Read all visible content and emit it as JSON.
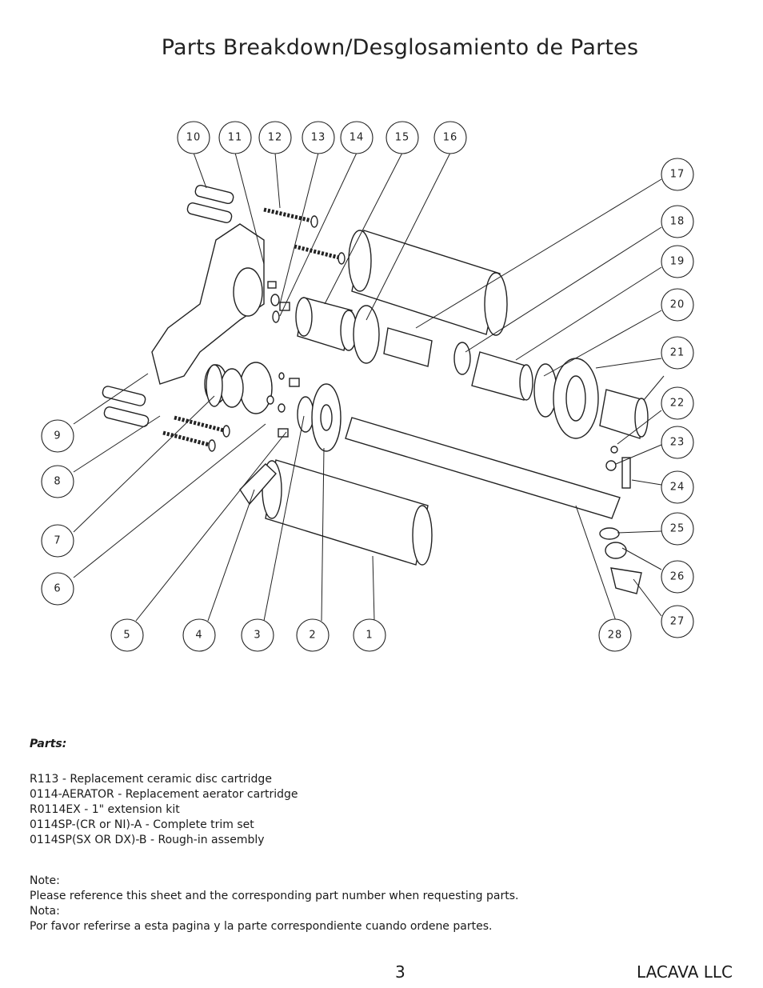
{
  "header": {
    "title": "Parts Breakdown/Desglosamiento de Partes"
  },
  "diagram": {
    "callouts_top": [
      "10",
      "11",
      "12",
      "13",
      "14",
      "15",
      "16"
    ],
    "callouts_right": [
      "17",
      "18",
      "19",
      "20",
      "21",
      "22",
      "23",
      "24",
      "25",
      "26",
      "27"
    ],
    "callouts_left": [
      "9",
      "8",
      "7",
      "6"
    ],
    "callouts_bottom": [
      "5",
      "4",
      "3",
      "2",
      "1",
      "28"
    ]
  },
  "parts": {
    "heading": "Parts:",
    "items": [
      "R113 - Replacement ceramic disc cartridge",
      "0114-AERATOR - Replacement aerator cartridge",
      "R0114EX - 1\" extension kit",
      "0114SP-(CR or NI)-A - Complete trim set",
      "0114SP(SX OR DX)-B - Rough-in assembly"
    ]
  },
  "note": {
    "label_en": "Note:",
    "text_en": "Please reference this sheet and the corresponding part number when requesting parts.",
    "label_es": "Nota:",
    "text_es": "Por favor referirse a esta pagina y la parte correspondiente cuando ordene partes."
  },
  "footer": {
    "page_number": "3",
    "company": "LACAVA LLC"
  }
}
